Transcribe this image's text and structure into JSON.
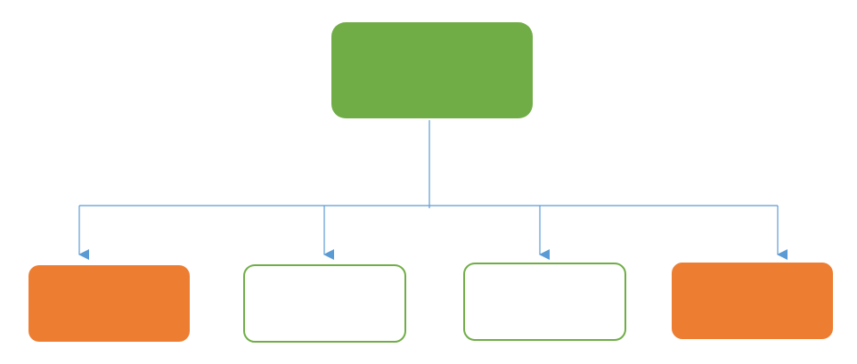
{
  "diagram": {
    "type": "hierarchy",
    "colors": {
      "root_fill": "#70ad47",
      "child_orange_fill": "#ed7d31",
      "child_outline_stroke": "#70ad47",
      "connector": "#5b9bd5",
      "background": "#ffffff"
    },
    "root": {
      "label": "",
      "style": "filled-green"
    },
    "children": [
      {
        "label": "",
        "style": "filled-orange"
      },
      {
        "label": "",
        "style": "outline-green"
      },
      {
        "label": "",
        "style": "outline-green"
      },
      {
        "label": "",
        "style": "filled-orange"
      }
    ]
  }
}
